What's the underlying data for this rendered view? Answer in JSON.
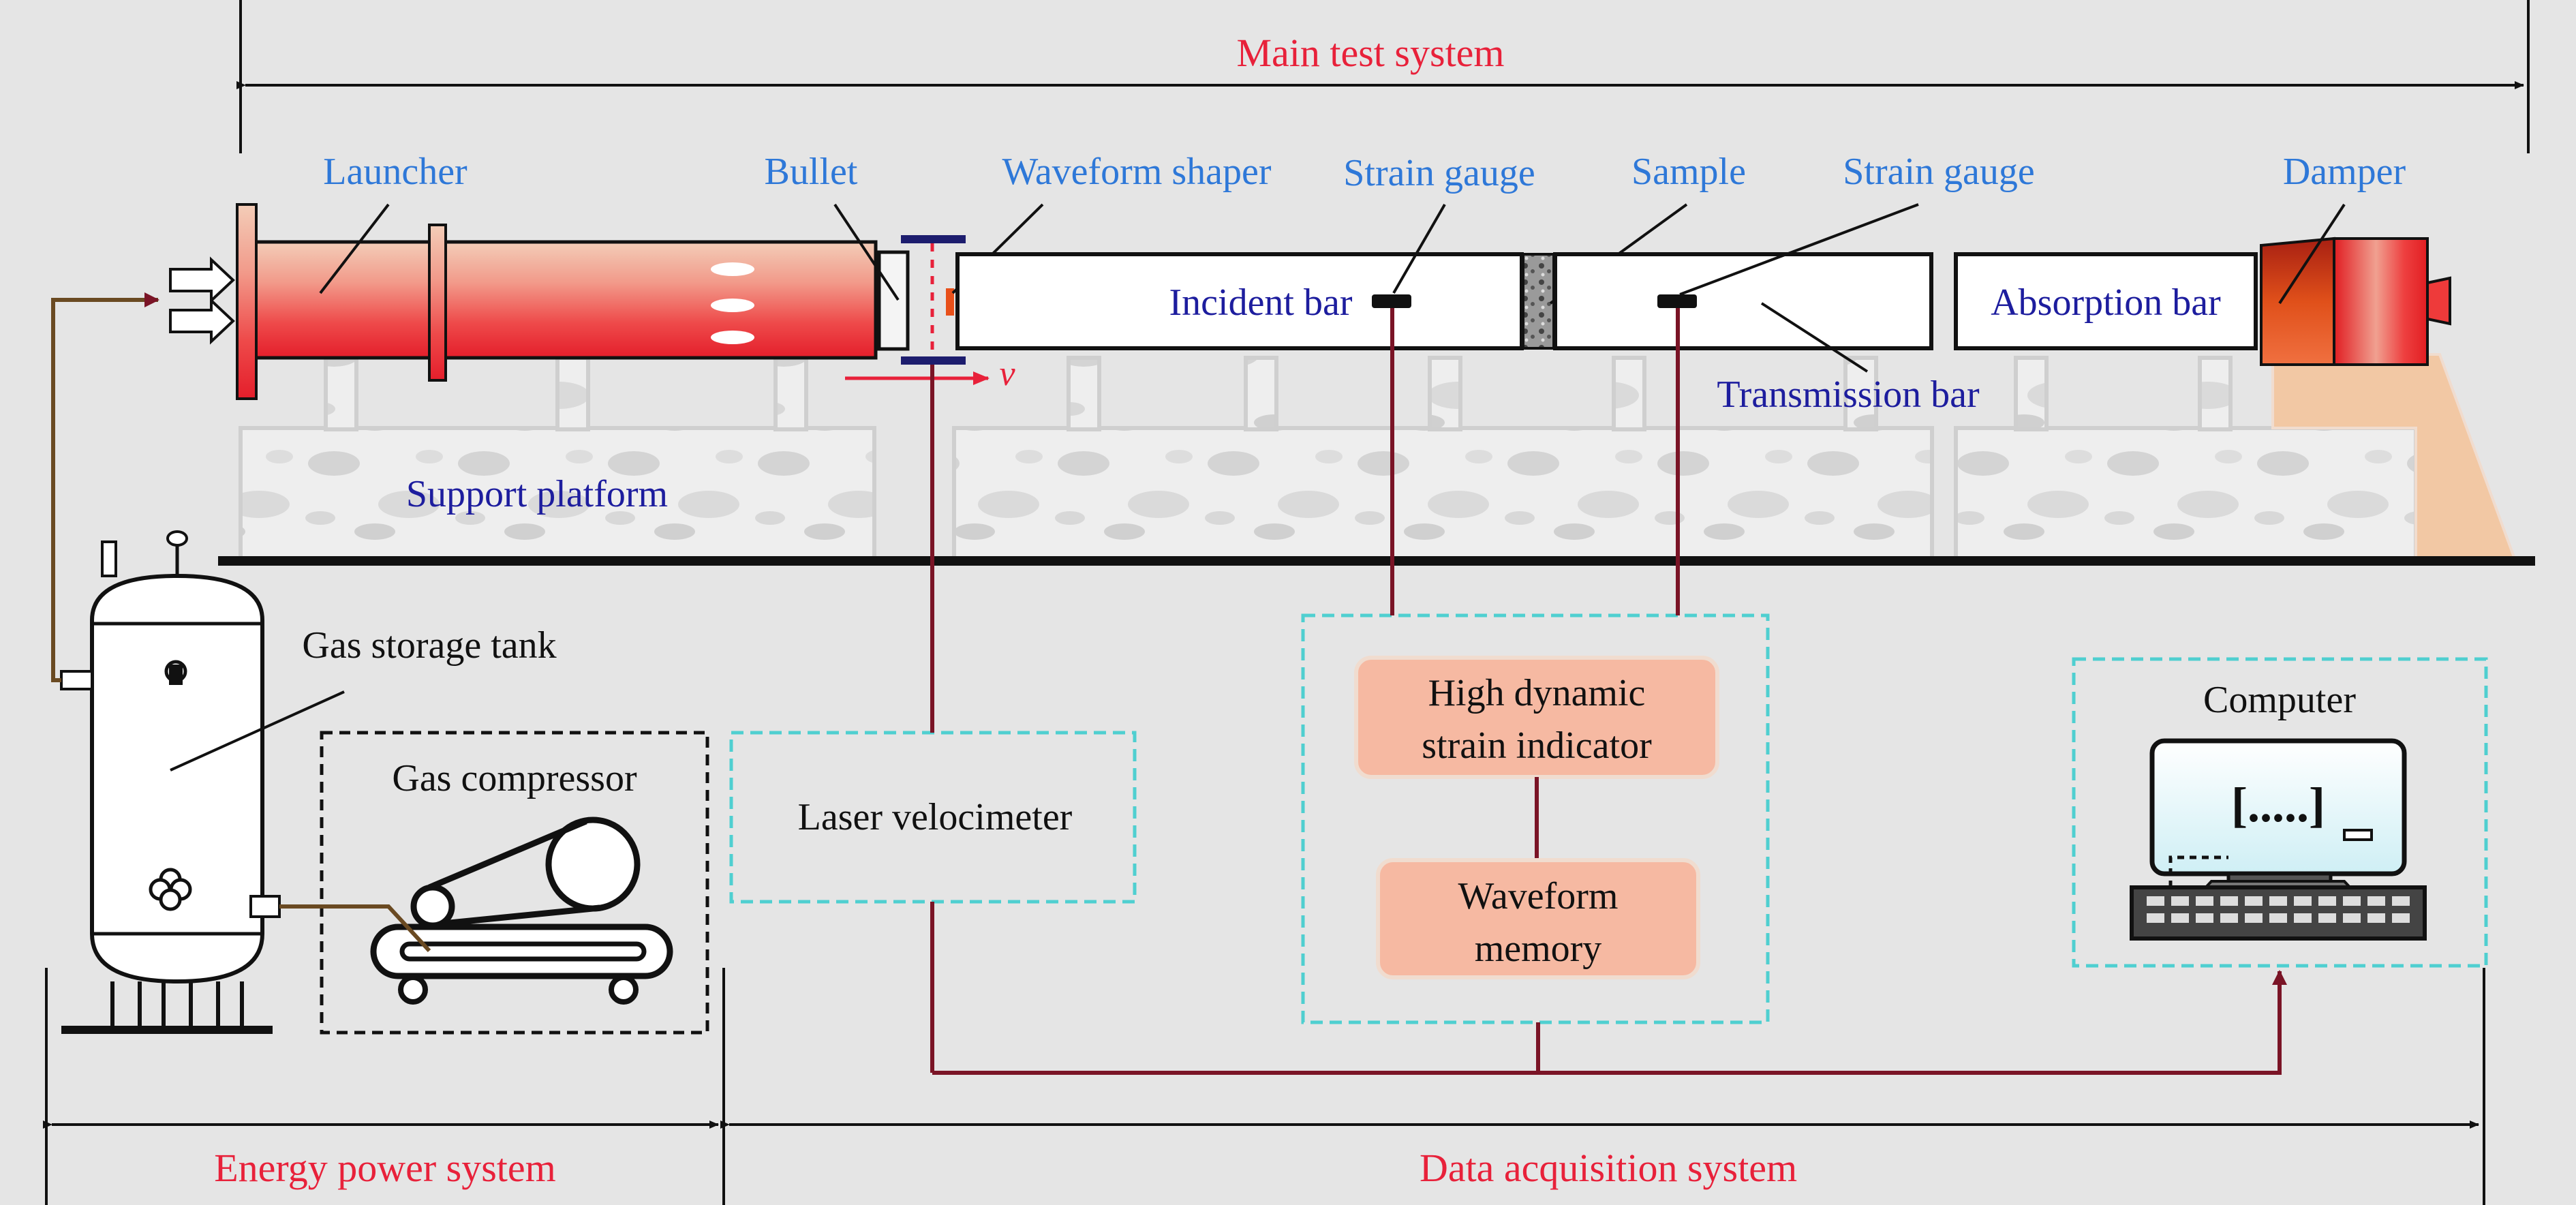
{
  "systems": {
    "main_test": "Main test system",
    "energy_power": "Energy power system",
    "data_acquisition": "Data acquisition system"
  },
  "components": {
    "launcher": "Launcher",
    "bullet": "Bullet",
    "waveform_shaper": "Waveform shaper",
    "strain_gauge_1": "Strain gauge",
    "sample": "Sample",
    "strain_gauge_2": "Strain gauge",
    "damper": "Damper",
    "incident_bar": "Incident bar",
    "absorption_bar": "Absorption bar",
    "transmission_bar": "Transmission bar",
    "velocity_symbol": "v",
    "support_platform": "Support platform",
    "gas_storage_tank": "Gas storage tank",
    "gas_compressor": "Gas compressor",
    "laser_velocimeter": "Laser velocimeter",
    "strain_indicator_line1": "High dynamic",
    "strain_indicator_line2": "strain indicator",
    "waveform_memory_line1": "Waveform",
    "waveform_memory_line2": "memory",
    "computer": "Computer",
    "screen_text": "[.....]"
  },
  "colors": {
    "label_red": "#e8213a",
    "label_blue": "#2e78d8",
    "label_navy": "#1d1d9e",
    "signal_wire": "#7a1426",
    "dashed_box": "#4fcfd0",
    "background": "#e5e5e5"
  }
}
